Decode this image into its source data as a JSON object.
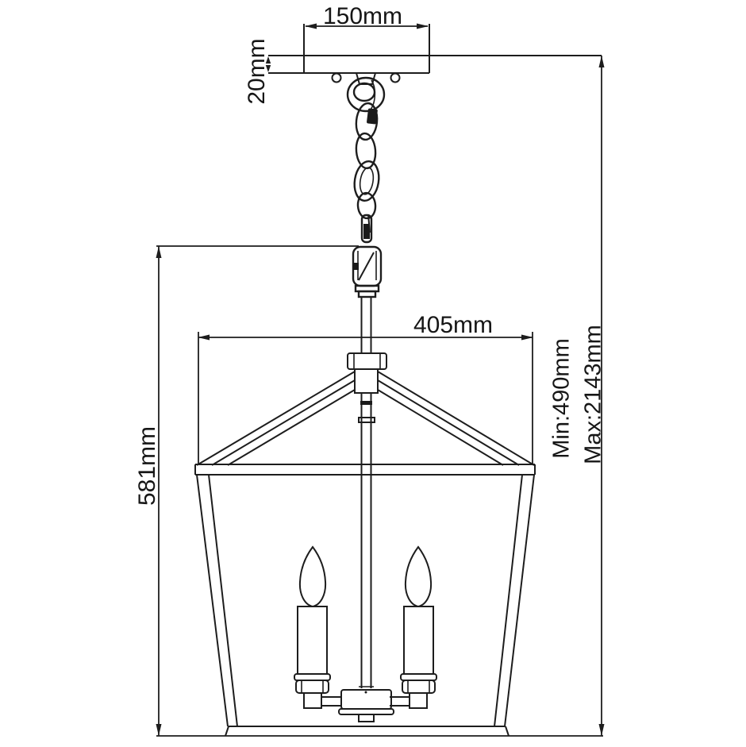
{
  "diagram": {
    "type": "technical-dimension-drawing",
    "subject": "pendant-lantern-light-fixture",
    "dimensions": {
      "canopy_width": "150mm",
      "canopy_thickness": "20mm",
      "lantern_width": "405mm",
      "lantern_height": "581mm",
      "min_drop": "Min:490mm",
      "max_drop": "Max:2143mm"
    },
    "colors": {
      "line": "#1d1d1d",
      "background": "#ffffff",
      "text": "#161616"
    }
  }
}
